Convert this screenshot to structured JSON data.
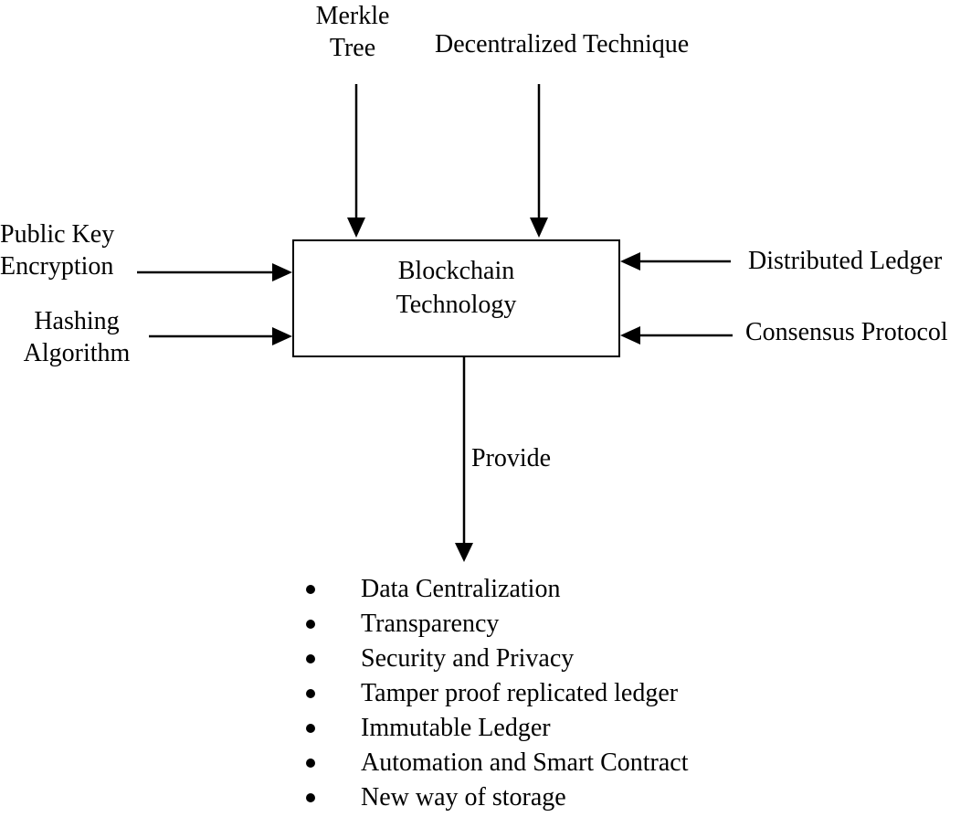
{
  "center": {
    "line1": "Blockchain",
    "line2": "Technology"
  },
  "inputs_top": {
    "merkle_line1": "Merkle",
    "merkle_line2": "Tree",
    "decentralized": "Decentralized Technique"
  },
  "inputs_left": {
    "pke_line1": "Public Key",
    "pke_line2": "Encryption",
    "hash_line1": "Hashing",
    "hash_line2": "Algorithm"
  },
  "inputs_right": {
    "ledger": "Distributed Ledger",
    "consensus": "Consensus Protocol"
  },
  "output_label": "Provide",
  "outputs": [
    "Data Centralization",
    "Transparency",
    "Security and Privacy",
    "Tamper proof replicated ledger",
    "Immutable Ledger",
    "Automation and Smart Contract",
    "New way of storage"
  ]
}
